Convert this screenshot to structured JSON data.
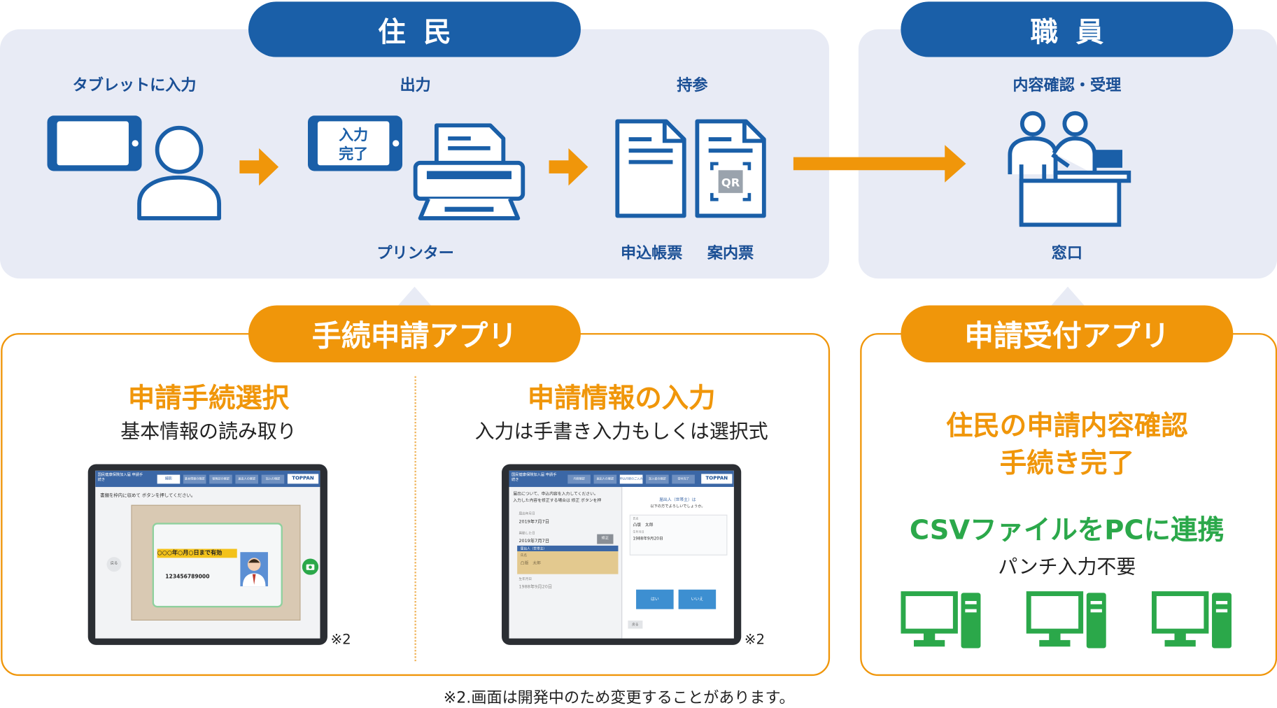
{
  "resident_header": "住民",
  "staff_header": "職員",
  "steps": {
    "tablet_input": "タブレットに入力",
    "output": "出力",
    "bring": "持参",
    "confirm_accept": "内容確認・受理",
    "printer": "プリンター",
    "application_form": "申込帳票",
    "guide_ticket": "案内票",
    "counter": "窓口"
  },
  "tablet_screen_text": [
    "入力",
    "完了"
  ],
  "qr_label": "QR",
  "procedure_app": {
    "title": "手続申請アプリ",
    "left": {
      "heading": "申請手続選択",
      "sub": "基本情報の読み取り",
      "note": "※2"
    },
    "right": {
      "heading": "申請情報の入力",
      "sub": "入力は手書き入力もしくは選択式",
      "note": "※2"
    }
  },
  "reception_app": {
    "title": "申請受付アプリ",
    "line1": "住民の申請内容確認",
    "line2": "手続き完了",
    "csv": "CSVファイルをPCに連携",
    "sub": "パンチ入力不要"
  },
  "footnote": "※2.画面は開発中のため変更することがあります。",
  "screen1": {
    "app_title": "国民健康保険加入届 申請手続き",
    "tabs": [
      "撮影",
      "基本情報の確認",
      "保険証の確認",
      "届出人の確認",
      "加入の確認"
    ],
    "brand": "TOPPAN",
    "instruction": "書類を枠内に収めて ボタンを押してください。",
    "card_expiry": "○○○年○月○日まで有効",
    "card_number": "123456789000",
    "back": "戻る"
  },
  "screen2": {
    "app_title": "国民健康保険加入届 申請手続き",
    "tabs": [
      "内容確認",
      "届出人の確認",
      "申込内容のご入力",
      "加入者の確認",
      "受付完了"
    ],
    "brand": "TOPPAN",
    "instruction1": "届出について、申込内容を入力してください。",
    "instruction2": "入力した内容を修正する場合は 修正 ボタンを押",
    "field1_label": "届出年月日",
    "field1_value": "2019年7月7日",
    "field2_label": "異動した日",
    "field2_value": "2019年7月7日",
    "edit": "修正",
    "section": "届出人（世帯主）",
    "name_label": "氏名",
    "name_value": "凸版　太郎",
    "birth_label": "生年月日",
    "birth_value": "1988年9月20日",
    "dialog_title": "届出人（世帯主）は",
    "dialog_sub": "以下の方でよろしいでしょうか。",
    "dialog_name": "凸版　太郎",
    "dialog_birth": "1988年9月20日",
    "yes": "はい",
    "no": "いいえ",
    "back": "戻る"
  },
  "colors": {
    "blue": "#1a5fa8",
    "orange": "#f0960a",
    "green": "#2ba84a",
    "panel": "#e8ebf5"
  }
}
